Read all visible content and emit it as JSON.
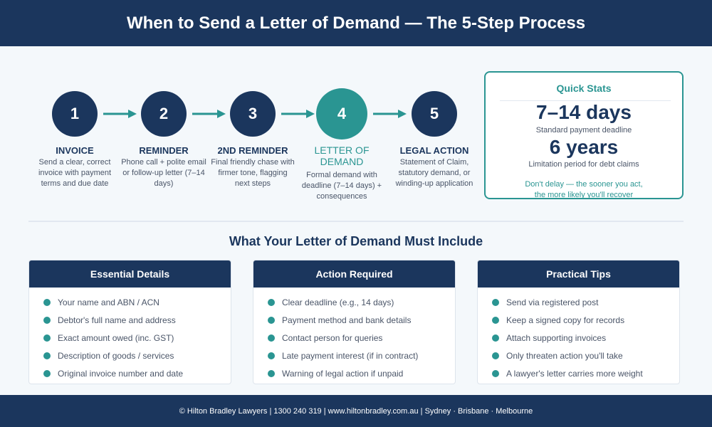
{
  "header": {
    "title": "When to Send a Letter of Demand — The 5-Step Process"
  },
  "steps": [
    {
      "number": "1",
      "title": "INVOICE",
      "description": "Send a clear, correct invoice with payment terms and due date"
    },
    {
      "number": "2",
      "title": "REMINDER",
      "description": "Phone call + polite email or follow-up letter (7–14 days)"
    },
    {
      "number": "3",
      "title": "2ND REMINDER",
      "description": "Final friendly chase with firmer tone, flagging next steps"
    },
    {
      "number": "4",
      "title_line1": "LETTER OF",
      "title_line2": "DEMAND",
      "description": "Formal demand with deadline (7–14 days) + consequences",
      "highlighted": true
    },
    {
      "number": "5",
      "title": "LEGAL ACTION",
      "description": "Statement of Claim, statutory demand, or winding-up application"
    }
  ],
  "quick_stats": {
    "title": "Quick Stats",
    "stat1_value": "7–14 days",
    "stat1_label": "Standard payment deadline",
    "stat2_value": "6 years",
    "stat2_label": "Limitation period for debt claims",
    "note_line1": "Don't delay — the sooner you act,",
    "note_line2": "the more likely you'll recover"
  },
  "section": {
    "title": "What Your Letter of Demand Must Include"
  },
  "cards": [
    {
      "title": "Essential Details",
      "items": [
        "Your name and ABN / ACN",
        "Debtor's full name and address",
        "Exact amount owed (inc. GST)",
        "Description of goods / services",
        "Original invoice number and date"
      ]
    },
    {
      "title": "Action Required",
      "items": [
        "Clear deadline (e.g., 14 days)",
        "Payment method and bank details",
        "Contact person for queries",
        "Late payment interest (if in contract)",
        "Warning of legal action if unpaid"
      ]
    },
    {
      "title": "Practical Tips",
      "items": [
        "Send via registered post",
        "Keep a signed copy for records",
        "Attach supporting invoices",
        "Only threaten action you'll take",
        "A lawyer's letter carries more weight"
      ]
    }
  ],
  "footer": {
    "text": "© Hilton Bradley Lawyers | 1300 240 319 | www.hiltonbradley.com.au | Sydney · Brisbane · Melbourne"
  },
  "colors": {
    "navy": "#1b365d",
    "teal": "#2a9592",
    "background": "#f4f8fb"
  }
}
